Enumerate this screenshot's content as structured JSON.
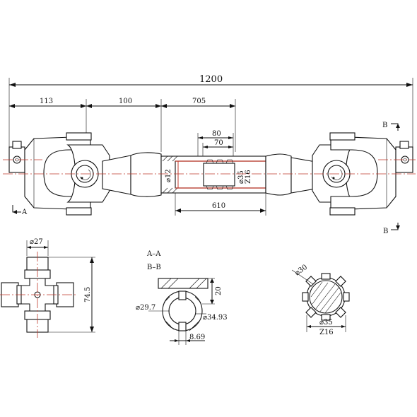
{
  "dimensions": {
    "overall": "1200",
    "left_end": "113",
    "yoke": "100",
    "tube": "705",
    "overlap_80": "80",
    "overlap_70": "70",
    "inner": "610",
    "phi12": "⌀12",
    "phi35_main": "⌀35",
    "z16_main": "Z16",
    "phi27": "⌀27",
    "height_745": "74.5",
    "phi297": "⌀29.7",
    "phi3493": "⌀34.93",
    "dim20": "20",
    "dim869": "8.69",
    "phi30": "⌀30",
    "phi35_detail": "⌀35",
    "z16_detail": "Z16"
  },
  "section_labels": {
    "a_top": "A",
    "b_top": "B",
    "b_bottom": "B",
    "aa": "A–A",
    "bb": "B–B"
  },
  "colors": {
    "line": "#111111",
    "centerline": "#c0392b"
  }
}
